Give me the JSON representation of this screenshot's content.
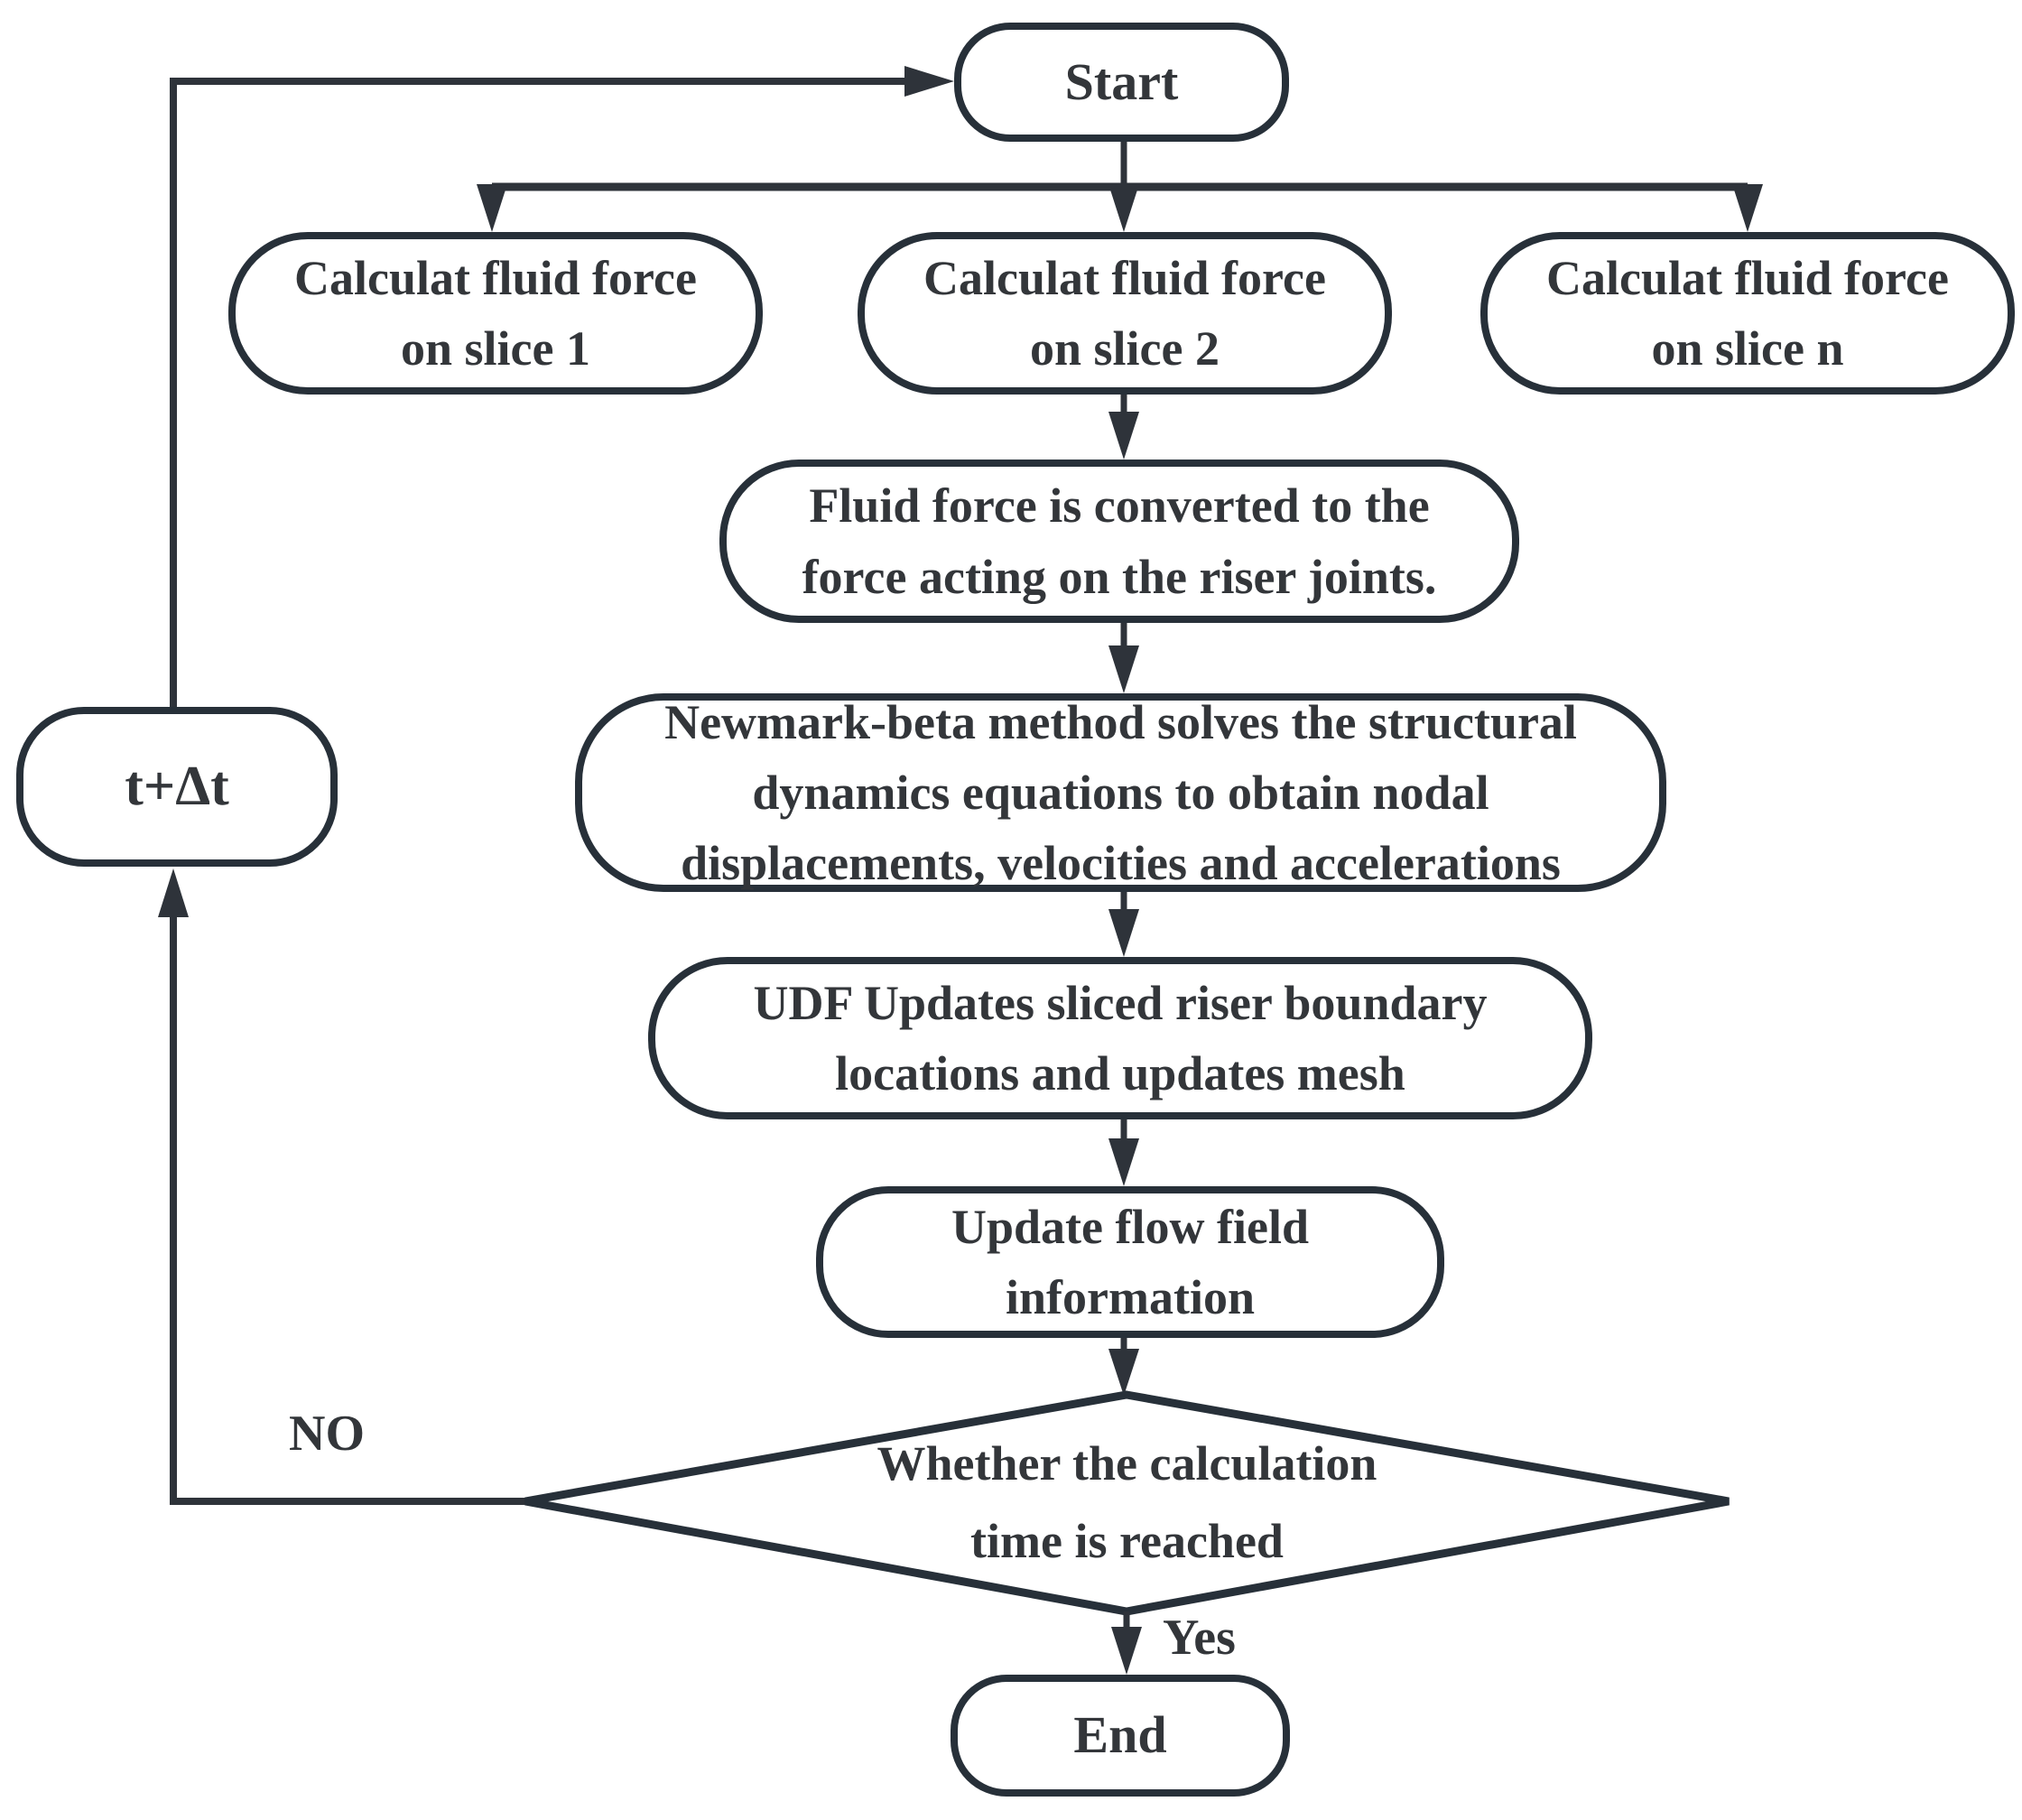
{
  "diagram": {
    "title": "CFD-structure coupling time-step flowchart",
    "nodes": {
      "start": {
        "label": "Start"
      },
      "slice1": {
        "line1": "Calculat fluid force",
        "line2": "on slice 1"
      },
      "slice2": {
        "line1": "Calculat fluid force",
        "line2": "on slice 2"
      },
      "slice_n": {
        "line1": "Calculat fluid force",
        "line2": "on slice n"
      },
      "convert": {
        "line1": "Fluid force is converted to the",
        "line2": "force acting on the riser joints."
      },
      "newmark": {
        "line1": "Newmark-beta method solves the structural",
        "line2": "dynamics equations to obtain nodal",
        "line3": "displacements, velocities and accelerations"
      },
      "udf": {
        "line1": "UDF Updates sliced riser boundary",
        "line2": "locations and updates mesh"
      },
      "update_flow": {
        "line1": "Update flow field",
        "line2": "information"
      },
      "decision": {
        "line1": "Whether the calculation",
        "line2": "time is reached"
      },
      "time_step": {
        "label": "t+Δt"
      },
      "end": {
        "label": "End"
      }
    },
    "edge_labels": {
      "no": "NO",
      "yes": "Yes"
    },
    "colors": {
      "node_border": "#273039",
      "edge": "#2e333a",
      "text": "#33363a",
      "background": "#ffffff"
    }
  }
}
